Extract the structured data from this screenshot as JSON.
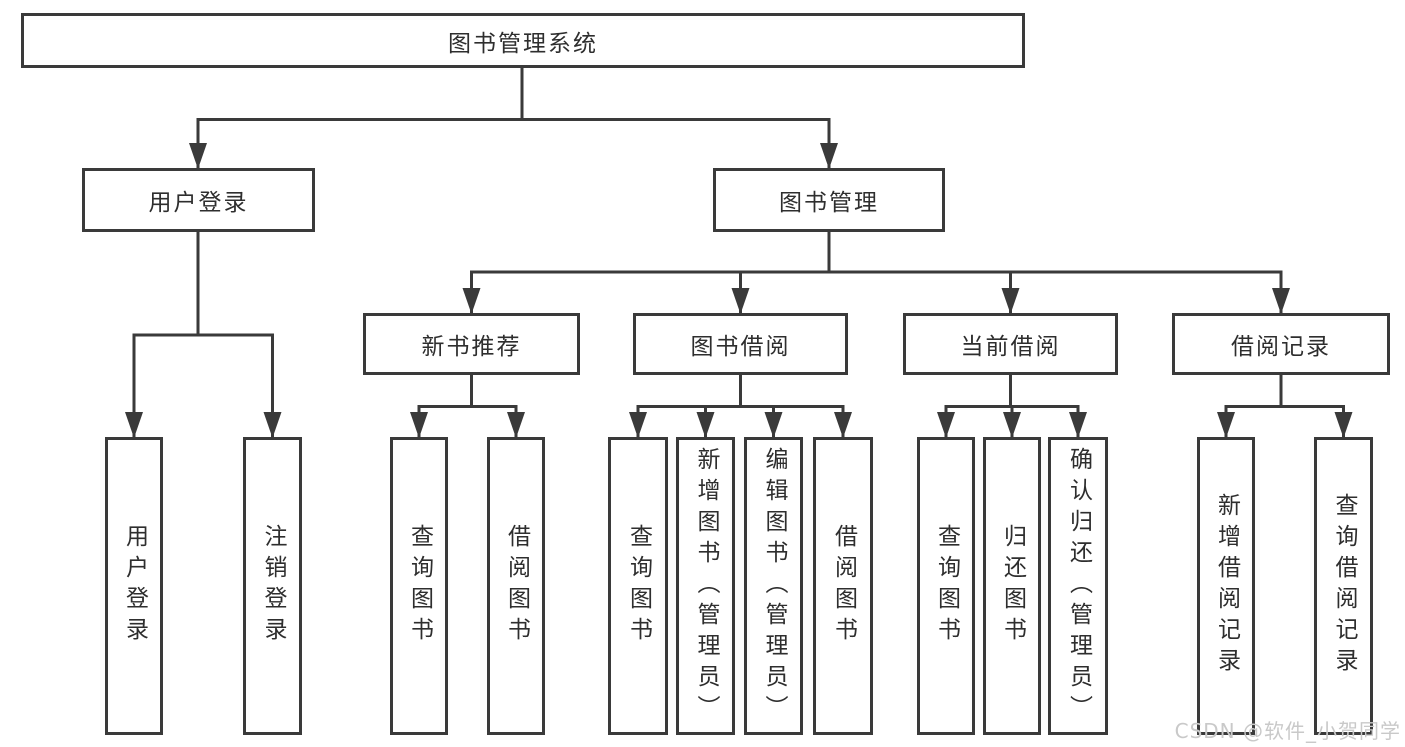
{
  "tree": {
    "label": "图书管理系统",
    "children": [
      {
        "label": "用户登录",
        "children": [
          {
            "label": "用户登录"
          },
          {
            "label": "注销登录"
          }
        ]
      },
      {
        "label": "图书管理",
        "children": [
          {
            "label": "新书推荐",
            "children": [
              {
                "label": "查询图书"
              },
              {
                "label": "借阅图书"
              }
            ]
          },
          {
            "label": "图书借阅",
            "children": [
              {
                "label": "查询图书"
              },
              {
                "label": "新增图书（管理员）"
              },
              {
                "label": "编辑图书（管理员）"
              },
              {
                "label": "借阅图书"
              }
            ]
          },
          {
            "label": "当前借阅",
            "children": [
              {
                "label": "查询图书"
              },
              {
                "label": "归还图书"
              },
              {
                "label": "确认归还（管理员）"
              }
            ]
          },
          {
            "label": "借阅记录",
            "children": [
              {
                "label": "新增借阅记录"
              },
              {
                "label": "查询借阅记录"
              }
            ]
          }
        ]
      }
    ]
  },
  "watermark": "CSDN @软件_小贺同学",
  "colors": {
    "line": "#3a3a3a",
    "box_border": "#3a3a3a",
    "text": "#2e2e2e",
    "watermark": "#c9c9c9",
    "background": "#ffffff"
  }
}
